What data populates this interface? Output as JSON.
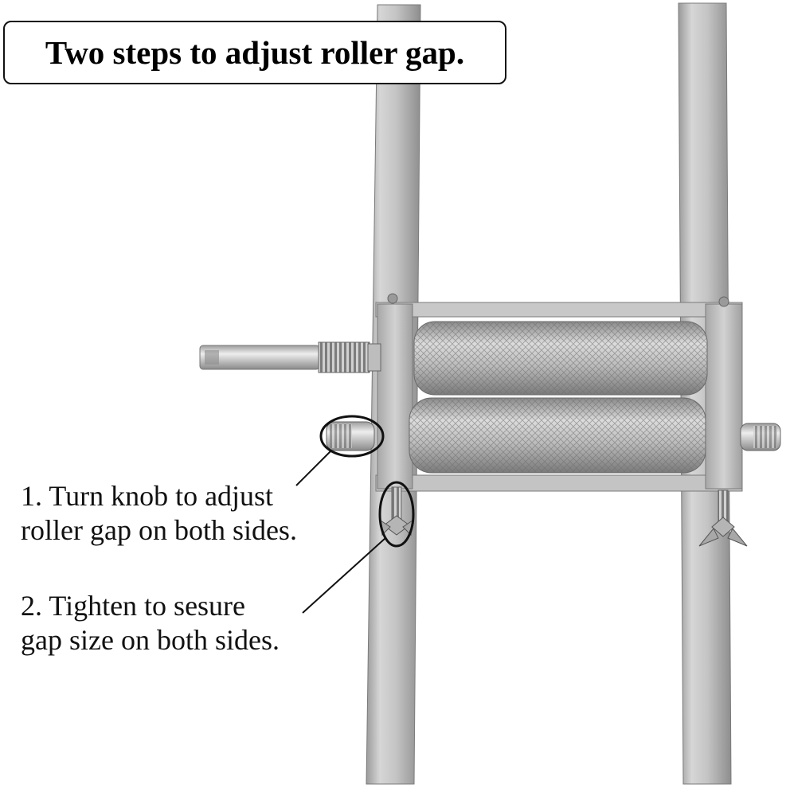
{
  "title": "Two steps to adjust roller gap.",
  "steps": [
    {
      "line1": "1. Turn knob to adjust",
      "line2": "roller gap on both sides."
    },
    {
      "line1": "2. Tighten to sesure",
      "line2": "gap size on both sides."
    }
  ],
  "colors": {
    "background": "#ffffff",
    "metal_light": "#e4e4e4",
    "metal_mid": "#bdbdbd",
    "metal_dark": "#8c8c8c",
    "outline": "#111111"
  }
}
